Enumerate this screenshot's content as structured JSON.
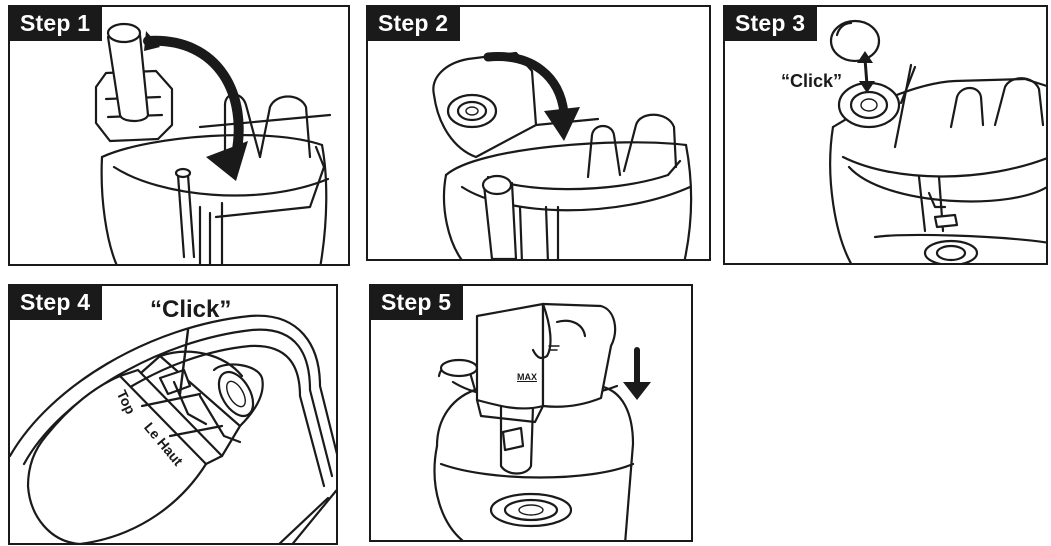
{
  "steps": [
    {
      "label": "Step 1"
    },
    {
      "label": "Step 2"
    },
    {
      "label": "Step 3",
      "callout": "“Click”"
    },
    {
      "label": "Step 4",
      "callout": "“Click”",
      "lid_text_en": "Top",
      "lid_text_fr": "Le Haut"
    },
    {
      "label": "Step 5",
      "tank_mark": "MAX"
    }
  ],
  "colors": {
    "ink": "#1a1a1a",
    "paper": "#ffffff"
  }
}
